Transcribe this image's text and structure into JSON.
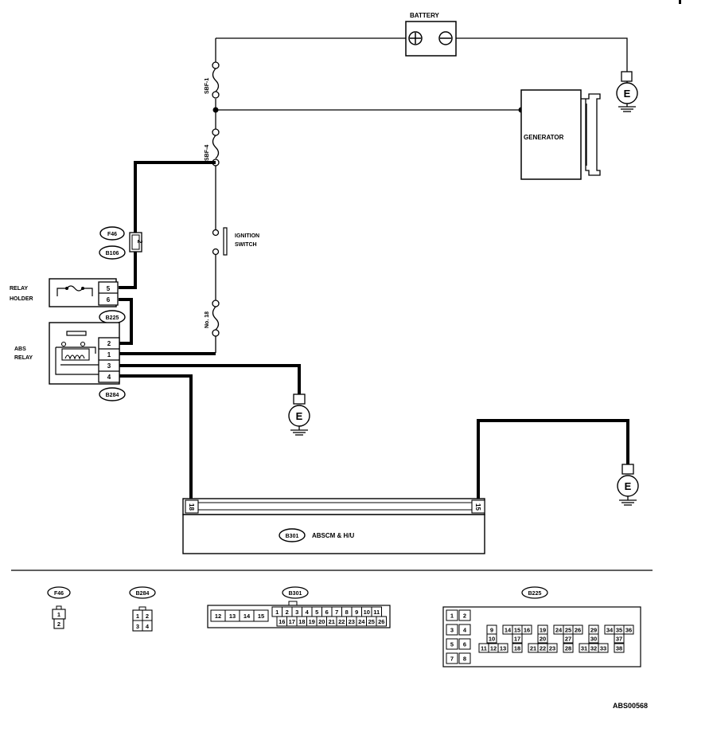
{
  "diagram": {
    "battery_label": "BATTERY",
    "plus_symbol": "⊕",
    "minus_symbol": "⊖",
    "ground_letter": "E",
    "fuse_sbf1": "SBF-1",
    "fuse_sbf4": "SBF-4",
    "fuse_no18": "No. 18",
    "generator_label": "GENERATOR",
    "ignition_switch_line1": "IGNITION",
    "ignition_switch_line2": "SWITCH",
    "relay_holder_line1": "RELAY",
    "relay_holder_line2": "HOLDER",
    "abs_relay_line1": "ABS",
    "abs_relay_line2": "RELAY",
    "conn_f46": "F46",
    "conn_b106": "B106",
    "conn_b225": "B225",
    "conn_b284": "B284",
    "conn_b301": "B301",
    "pin_f46": "2",
    "relay_holder_pins": [
      "5",
      "6"
    ],
    "abs_relay_pins": [
      "2",
      "1",
      "3",
      "4"
    ],
    "abscm_label": "ABSCM & H/U",
    "abscm_pin_left": "18",
    "abscm_pin_right": "15",
    "footer_code": "ABS00568"
  },
  "legend": {
    "f46": {
      "title": "F46",
      "pins": [
        "1",
        "2"
      ]
    },
    "b284": {
      "title": "B284",
      "pins": [
        "1",
        "2",
        "3",
        "4"
      ]
    },
    "b301": {
      "title": "B301",
      "row_large": [
        "12",
        "13",
        "14",
        "15"
      ],
      "row_top": [
        "1",
        "2",
        "3",
        "4",
        "5",
        "6",
        "7",
        "8",
        "9",
        "10",
        "11"
      ],
      "row_bottom": [
        "16",
        "17",
        "18",
        "19",
        "20",
        "21",
        "22",
        "23",
        "24",
        "25",
        "26"
      ]
    },
    "b225": {
      "title": "B225",
      "left_pins": [
        "1",
        "2",
        "3",
        "4",
        "5",
        "6",
        "7",
        "8"
      ],
      "cells": [
        "9",
        "10",
        "11",
        "12",
        "13",
        "14",
        "15",
        "16",
        "17",
        "18",
        "19",
        "20",
        "21",
        "22",
        "23",
        "24",
        "25",
        "26",
        "27",
        "28",
        "29",
        "30",
        "31",
        "32",
        "33",
        "34",
        "35",
        "36",
        "37",
        "38"
      ]
    }
  }
}
